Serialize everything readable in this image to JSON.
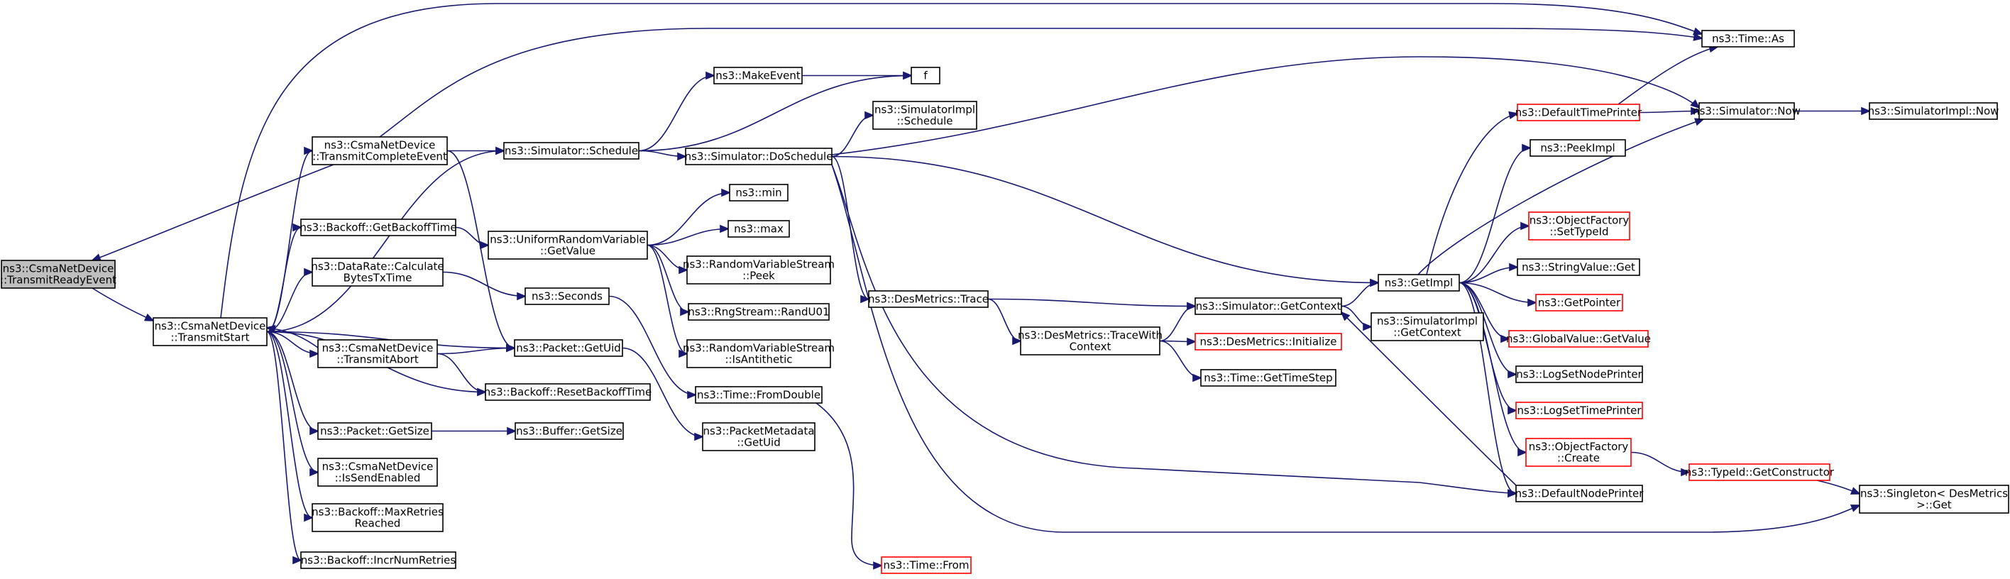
{
  "nodes": {
    "transmit_ready_event": {
      "lines": [
        "ns3::CsmaNetDevice",
        "::TransmitReadyEvent"
      ],
      "style": "root"
    },
    "transmit_start": {
      "lines": [
        "ns3::CsmaNetDevice",
        "::TransmitStart"
      ]
    },
    "transmit_complete_event": {
      "lines": [
        "ns3::CsmaNetDevice",
        "::TransmitCompleteEvent"
      ]
    },
    "backoff_get_backoff_time": {
      "lines": [
        "ns3::Backoff::GetBackoffTime"
      ]
    },
    "datarate_calc_bytes": {
      "lines": [
        "ns3::DataRate::Calculate",
        "BytesTxTime"
      ]
    },
    "transmit_abort": {
      "lines": [
        "ns3::CsmaNetDevice",
        "::TransmitAbort"
      ]
    },
    "packet_get_size": {
      "lines": [
        "ns3::Packet::GetSize"
      ]
    },
    "is_send_enabled": {
      "lines": [
        "ns3::CsmaNetDevice",
        "::IsSendEnabled"
      ]
    },
    "max_retries_reached": {
      "lines": [
        "ns3::Backoff::MaxRetries",
        "Reached"
      ]
    },
    "incr_num_retries": {
      "lines": [
        "ns3::Backoff::IncrNumRetries"
      ]
    },
    "simulator_schedule": {
      "lines": [
        "ns3::Simulator::Schedule"
      ]
    },
    "uniform_get_value": {
      "lines": [
        "ns3::UniformRandomVariable",
        "::GetValue"
      ]
    },
    "seconds": {
      "lines": [
        "ns3::Seconds"
      ]
    },
    "packet_get_uid": {
      "lines": [
        "ns3::Packet::GetUid"
      ]
    },
    "reset_backoff_time": {
      "lines": [
        "ns3::Backoff::ResetBackoffTime"
      ]
    },
    "buffer_get_size": {
      "lines": [
        "ns3::Buffer::GetSize"
      ]
    },
    "make_event": {
      "lines": [
        "ns3::MakeEvent"
      ]
    },
    "f": {
      "lines": [
        "f"
      ]
    },
    "simulator_do_schedule": {
      "lines": [
        "ns3::Simulator::DoSchedule"
      ]
    },
    "ns3_min": {
      "lines": [
        "ns3::min"
      ]
    },
    "ns3_max": {
      "lines": [
        "ns3::max"
      ]
    },
    "rvs_peek": {
      "lines": [
        "ns3::RandomVariableStream",
        "::Peek"
      ]
    },
    "rngstream_randu01": {
      "lines": [
        "ns3::RngStream::RandU01"
      ]
    },
    "rvs_is_antithetic": {
      "lines": [
        "ns3::RandomVariableStream",
        "::IsAntithetic"
      ]
    },
    "time_from_double": {
      "lines": [
        "ns3::Time::FromDouble"
      ]
    },
    "packet_metadata_get_uid": {
      "lines": [
        "ns3::PacketMetadata",
        "::GetUid"
      ]
    },
    "time_from": {
      "lines": [
        "ns3::Time::From"
      ],
      "style": "red"
    },
    "simulatorimpl_schedule": {
      "lines": [
        "ns3::SimulatorImpl",
        "::Schedule"
      ]
    },
    "desmetrics_trace": {
      "lines": [
        "ns3::DesMetrics::Trace"
      ]
    },
    "desmetrics_trace_with_context": {
      "lines": [
        "ns3::DesMetrics::TraceWith",
        "Context"
      ]
    },
    "simulator_get_context": {
      "lines": [
        "ns3::Simulator::GetContext"
      ]
    },
    "desmetrics_initialize": {
      "lines": [
        "ns3::DesMetrics::Initialize"
      ],
      "style": "red"
    },
    "time_get_time_step": {
      "lines": [
        "ns3::Time::GetTimeStep"
      ]
    },
    "simulatorimpl_get_context": {
      "lines": [
        "ns3::SimulatorImpl",
        "::GetContext"
      ]
    },
    "get_impl": {
      "lines": [
        "ns3::GetImpl"
      ]
    },
    "default_time_printer": {
      "lines": [
        "ns3::DefaultTimePrinter"
      ],
      "style": "red"
    },
    "peek_impl": {
      "lines": [
        "ns3::PeekImpl"
      ]
    },
    "object_factory_set_type_id": {
      "lines": [
        "ns3::ObjectFactory",
        "::SetTypeId"
      ],
      "style": "red"
    },
    "string_value_get": {
      "lines": [
        "ns3::StringValue::Get"
      ]
    },
    "get_pointer": {
      "lines": [
        "ns3::GetPointer"
      ],
      "style": "red"
    },
    "global_value_get_value": {
      "lines": [
        "ns3::GlobalValue::GetValue"
      ],
      "style": "red"
    },
    "log_set_node_printer": {
      "lines": [
        "ns3::LogSetNodePrinter"
      ]
    },
    "log_set_time_printer": {
      "lines": [
        "ns3::LogSetTimePrinter"
      ],
      "style": "red"
    },
    "object_factory_create": {
      "lines": [
        "ns3::ObjectFactory",
        "::Create"
      ],
      "style": "red"
    },
    "default_node_printer": {
      "lines": [
        "ns3::DefaultNodePrinter"
      ]
    },
    "type_id_get_constructor": {
      "lines": [
        "ns3::TypeId::GetConstructor"
      ],
      "style": "red"
    },
    "time_as": {
      "lines": [
        "ns3::Time::As"
      ]
    },
    "simulator_now": {
      "lines": [
        "ns3::Simulator::Now"
      ]
    },
    "simulatorimpl_now": {
      "lines": [
        "ns3::SimulatorImpl::Now"
      ]
    },
    "singleton_des_metrics_get": {
      "lines": [
        "ns3::Singleton< DesMetrics",
        ">::Get"
      ]
    }
  },
  "edges": [
    [
      "transmit_ready_event",
      "transmit_start"
    ],
    [
      "transmit_start",
      "transmit_complete_event"
    ],
    [
      "transmit_start",
      "backoff_get_backoff_time"
    ],
    [
      "transmit_start",
      "datarate_calc_bytes"
    ],
    [
      "transmit_start",
      "transmit_abort"
    ],
    [
      "transmit_start",
      "packet_get_size"
    ],
    [
      "transmit_start",
      "is_send_enabled"
    ],
    [
      "transmit_start",
      "max_retries_reached"
    ],
    [
      "transmit_start",
      "incr_num_retries"
    ],
    [
      "transmit_start",
      "packet_get_uid"
    ],
    [
      "transmit_start",
      "reset_backoff_time"
    ],
    [
      "transmit_start",
      "simulator_schedule"
    ],
    [
      "transmit_start",
      "time_as"
    ],
    [
      "transmit_complete_event",
      "transmit_ready_event"
    ],
    [
      "transmit_complete_event",
      "simulator_schedule"
    ],
    [
      "transmit_complete_event",
      "packet_get_uid"
    ],
    [
      "transmit_complete_event",
      "time_as"
    ],
    [
      "backoff_get_backoff_time",
      "uniform_get_value"
    ],
    [
      "datarate_calc_bytes",
      "seconds"
    ],
    [
      "transmit_abort",
      "transmit_start"
    ],
    [
      "transmit_abort",
      "packet_get_uid"
    ],
    [
      "transmit_abort",
      "reset_backoff_time"
    ],
    [
      "packet_get_size",
      "buffer_get_size"
    ],
    [
      "seconds",
      "time_from_double"
    ],
    [
      "packet_get_uid",
      "packet_metadata_get_uid"
    ],
    [
      "simulator_schedule",
      "make_event"
    ],
    [
      "simulator_schedule",
      "f"
    ],
    [
      "simulator_schedule",
      "simulator_do_schedule"
    ],
    [
      "make_event",
      "f"
    ],
    [
      "uniform_get_value",
      "ns3_min"
    ],
    [
      "uniform_get_value",
      "ns3_max"
    ],
    [
      "uniform_get_value",
      "rvs_peek"
    ],
    [
      "uniform_get_value",
      "rngstream_randu01"
    ],
    [
      "uniform_get_value",
      "rvs_is_antithetic"
    ],
    [
      "time_from_double",
      "time_from"
    ],
    [
      "simulator_do_schedule",
      "simulatorimpl_schedule"
    ],
    [
      "simulator_do_schedule",
      "simulator_now"
    ],
    [
      "simulator_do_schedule",
      "desmetrics_trace"
    ],
    [
      "simulator_do_schedule",
      "get_impl"
    ],
    [
      "simulator_do_schedule",
      "default_node_printer"
    ],
    [
      "simulator_do_schedule",
      "singleton_des_metrics_get"
    ],
    [
      "desmetrics_trace",
      "simulator_get_context"
    ],
    [
      "desmetrics_trace",
      "desmetrics_trace_with_context"
    ],
    [
      "desmetrics_trace_with_context",
      "simulator_get_context"
    ],
    [
      "desmetrics_trace_with_context",
      "desmetrics_initialize"
    ],
    [
      "desmetrics_trace_with_context",
      "time_get_time_step"
    ],
    [
      "simulator_get_context",
      "get_impl"
    ],
    [
      "simulator_get_context",
      "simulatorimpl_get_context"
    ],
    [
      "default_node_printer",
      "simulator_get_context"
    ],
    [
      "get_impl",
      "default_time_printer"
    ],
    [
      "get_impl",
      "peek_impl"
    ],
    [
      "get_impl",
      "simulator_now"
    ],
    [
      "get_impl",
      "object_factory_set_type_id"
    ],
    [
      "get_impl",
      "string_value_get"
    ],
    [
      "get_impl",
      "get_pointer"
    ],
    [
      "get_impl",
      "global_value_get_value"
    ],
    [
      "get_impl",
      "log_set_node_printer"
    ],
    [
      "get_impl",
      "log_set_time_printer"
    ],
    [
      "get_impl",
      "object_factory_create"
    ],
    [
      "get_impl",
      "default_node_printer"
    ],
    [
      "default_time_printer",
      "simulator_now"
    ],
    [
      "default_time_printer",
      "time_as"
    ],
    [
      "simulator_now",
      "simulatorimpl_now"
    ],
    [
      "object_factory_create",
      "type_id_get_constructor"
    ],
    [
      "type_id_get_constructor",
      "singleton_des_metrics_get"
    ]
  ],
  "colors": {
    "edge": "#191970",
    "node_border": "#000000",
    "node_border_missing": "#ff0000",
    "root_fill": "#bfbfbf",
    "node_fill": "#ffffff"
  }
}
